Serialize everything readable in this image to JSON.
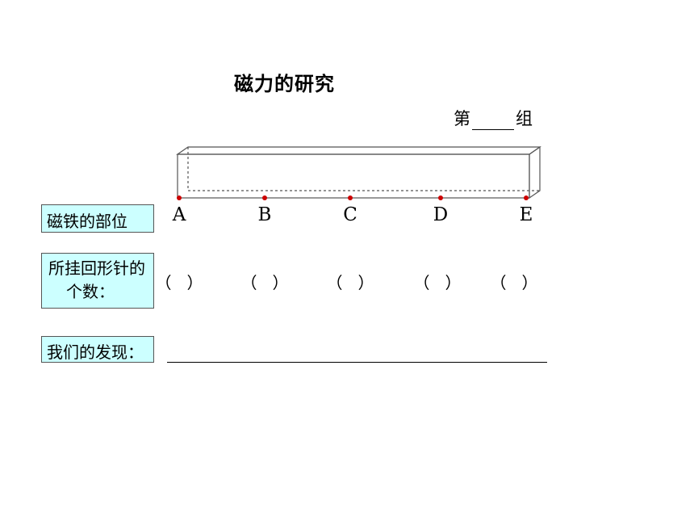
{
  "title": "磁力的研究",
  "group": {
    "prefix": "第",
    "suffix": "组"
  },
  "labels": {
    "magnet_part": "磁铁的部位",
    "clip_count_line1": "所挂回形针的",
    "clip_count_line2": "个数：",
    "findings": "我们的发现："
  },
  "positions": [
    "A",
    "B",
    "C",
    "D",
    "E"
  ],
  "count_blanks": [
    "（   ）",
    "（   ）",
    "（   ）",
    "（   ）",
    "（   ）"
  ],
  "colors": {
    "label_fill": "#ccffff",
    "dot": "#cc0000"
  }
}
